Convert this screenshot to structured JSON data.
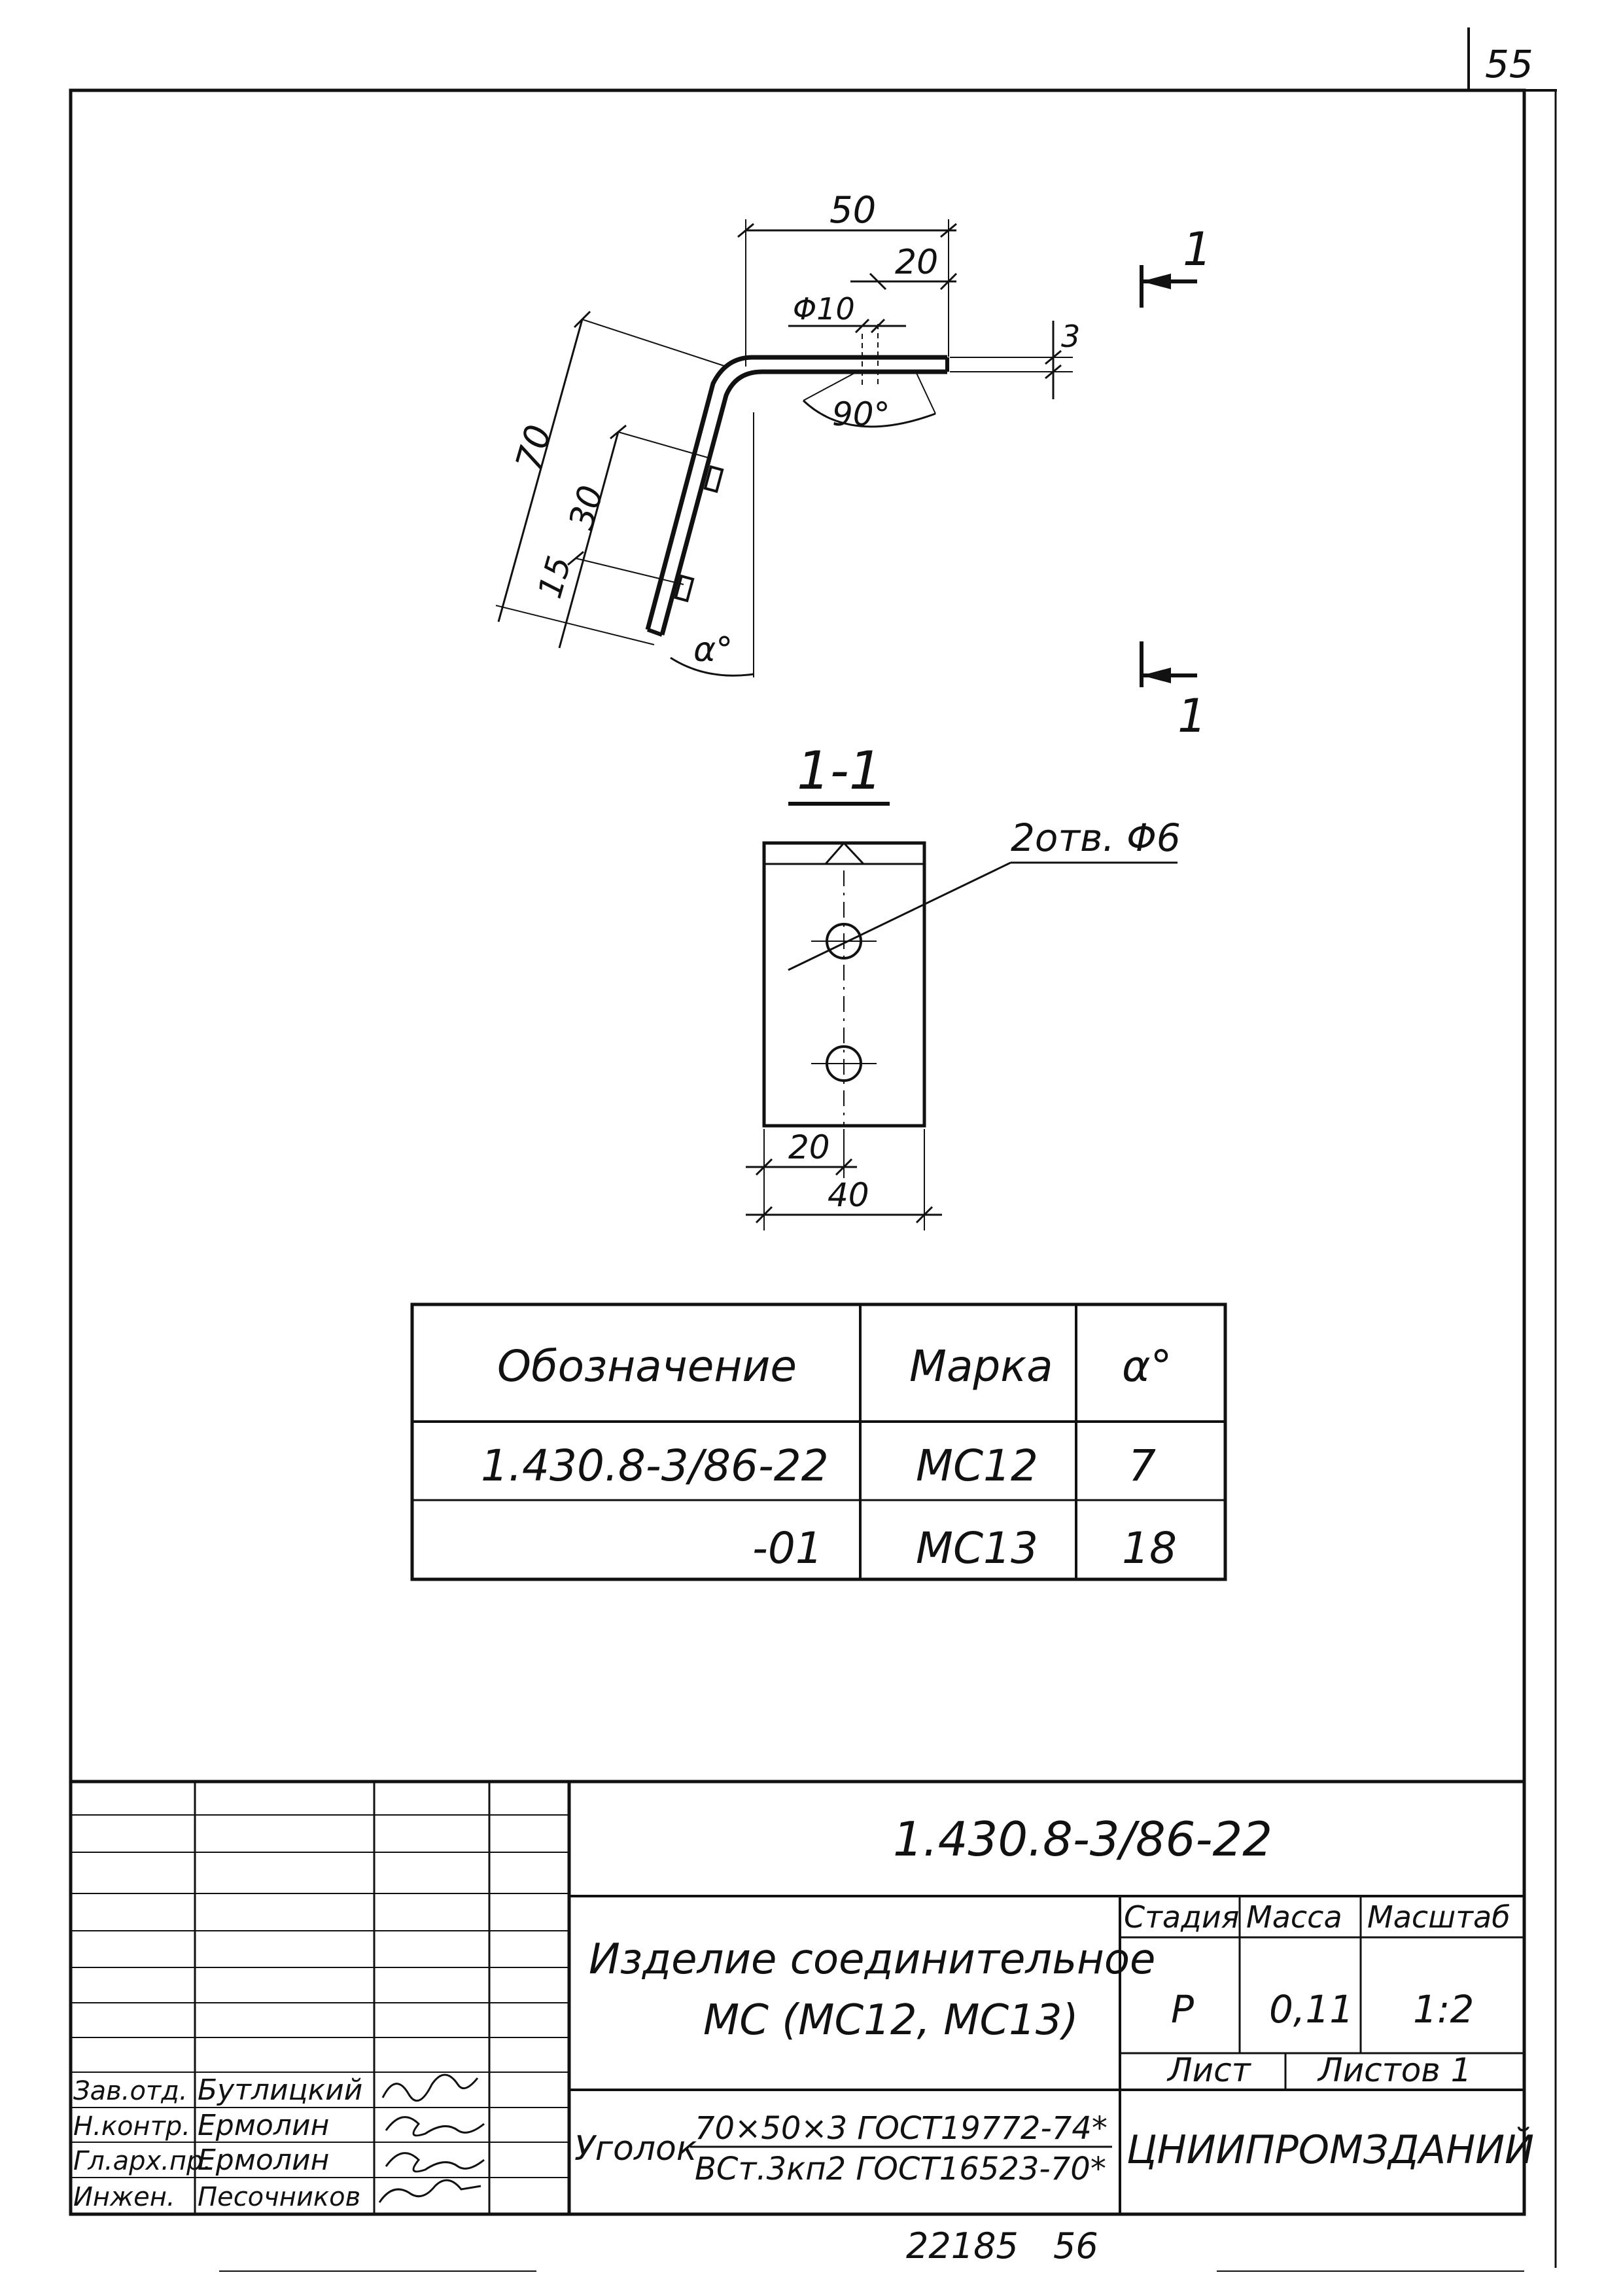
{
  "page_number": "55",
  "drawing": {
    "dims": {
      "width_50": "50",
      "offset_20": "20",
      "hole_phi10": "Φ10",
      "thick_3": "3",
      "angle_90": "90°",
      "len_70": "70",
      "len_30": "30",
      "len_15": "15",
      "alpha": "α°"
    },
    "section_marker": "1",
    "section_title": "1-1",
    "holes_note": "2отв. Φ6",
    "section_dims": {
      "d20": "20",
      "d40": "40"
    }
  },
  "table": {
    "headers": [
      "Обозначение",
      "Марка",
      "α°"
    ],
    "rows": [
      {
        "designation": "1.430.8-3/86-22",
        "mark": "МС12",
        "alpha": "7"
      },
      {
        "designation": "-01",
        "mark": "МС13",
        "alpha": "18"
      }
    ]
  },
  "title_block": {
    "doc_code": "1.430.8-3/86-22",
    "title_line1": "Изделие соединительное",
    "title_line2": "МС (МС12, МС13)",
    "col_stage": "Стадия",
    "col_mass": "Масса",
    "col_scale": "Масштаб",
    "stage": "Р",
    "mass": "0,11",
    "scale": "1:2",
    "sheet_label": "Лист",
    "sheets_label": "Листов 1",
    "material_label": "Уголок",
    "material_line1": "70×50×3 ГОСТ19772-74*",
    "material_line2": "ВСт.3кп2 ГОСТ16523-70*",
    "organization": "ЦНИИПРОМЗДАНИЙ",
    "signers": [
      {
        "role": "Зав.отд.",
        "name": "Бутлицкий"
      },
      {
        "role": "Н.контр.",
        "name": "Ермолин"
      },
      {
        "role": "Гл.арх.пр.",
        "name": "Ермолин"
      },
      {
        "role": "Инжен.",
        "name": "Песочников"
      }
    ]
  },
  "bottom_numbers": {
    "archive": "22185",
    "page": "56"
  }
}
